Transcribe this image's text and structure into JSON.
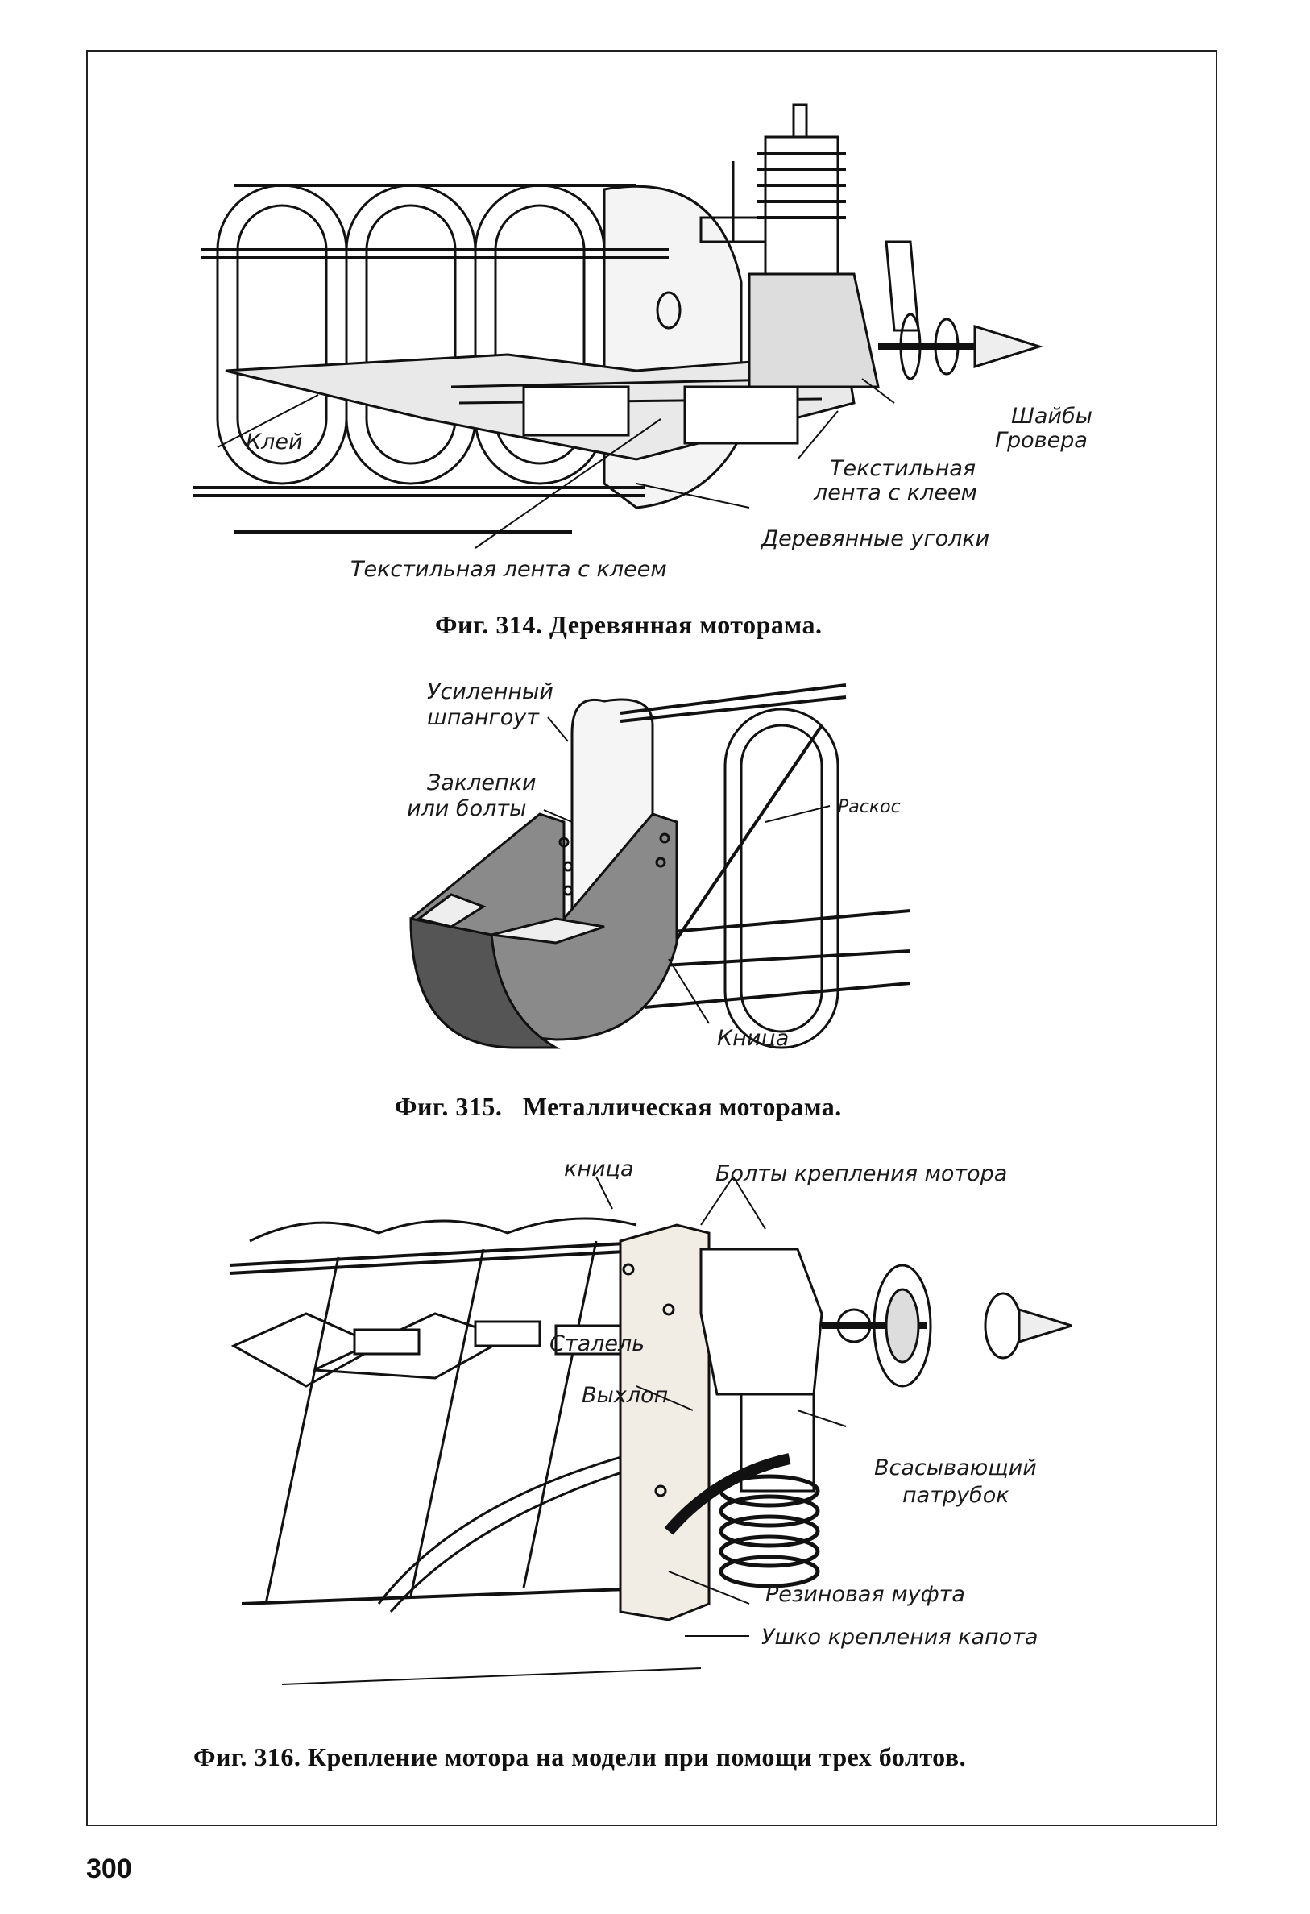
{
  "page_number": "300",
  "figures": [
    {
      "caption": "Фиг. 314. Деревянная моторама.",
      "labels": {
        "glue": "Клей",
        "grover_washers_1": "Шайбы",
        "grover_washers_2": "Гровера",
        "tape_right_1": "Текстильная",
        "tape_right_2": "лента с клеем",
        "wooden_corners": "Деревянные уголки",
        "tape_bottom": "Текстильная лента с клеем"
      }
    },
    {
      "caption": "Фиг. 315.   Металлическая моторама.",
      "labels": {
        "frame_1": "Усиленный",
        "frame_2": "шпангоут",
        "rivets_1": "Заклепки",
        "rivets_2": "или болты",
        "brace": "Раскос",
        "gusset": "Кница"
      }
    },
    {
      "caption": "Фиг. 316. Крепление мотора на модели при помощи трех болтов.",
      "labels": {
        "gusset": "кница",
        "bolts": "Болты крепления мотора",
        "steel": "Сталель",
        "exhaust": "Выхлоп",
        "intake_1": "Всасывающий",
        "intake_2": "патрубок",
        "rubber": "Резиновая муфта",
        "eye": "Ушко крепления капота"
      }
    }
  ]
}
